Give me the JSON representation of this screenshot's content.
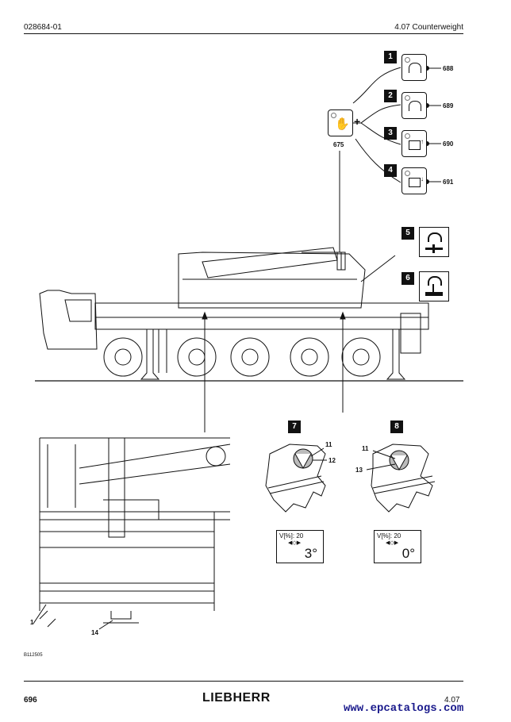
{
  "header": {
    "doc_number": "028684-01",
    "section_title": "4.07 Counterweight"
  },
  "footer": {
    "page_number": "696",
    "brand": "LIEBHERR",
    "section": "4.07",
    "watermark": "www.epcatalogs.com"
  },
  "figure_ref": "B112505",
  "keys": [
    {
      "step": "1",
      "code": "688",
      "icon": "counterweight-lift-icon"
    },
    {
      "step": "2",
      "code": "689",
      "icon": "counterweight-lower-icon"
    },
    {
      "step": "3",
      "code": "690",
      "icon": "raise-cylinder-icon"
    },
    {
      "step": "4",
      "code": "691",
      "icon": "lower-cylinder-icon"
    }
  ],
  "hand_key": {
    "code": "675",
    "icon": "hand-stop-icon",
    "plus": "+"
  },
  "steps_right": [
    {
      "step": "5",
      "icon": "slewing-lock-icon"
    },
    {
      "step": "6",
      "icon": "slewing-unlock-icon"
    }
  ],
  "detail_views": [
    {
      "step": "7",
      "labels": [
        "11",
        "12"
      ],
      "display": {
        "line1": "V[%]: 20",
        "arrows": "◀◇▶",
        "angle": "3°"
      }
    },
    {
      "step": "8",
      "labels": [
        "11",
        "13"
      ],
      "display": {
        "line1": "V[%]: 20",
        "arrows": "◀◇▶",
        "angle": "0°"
      }
    }
  ],
  "callouts": {
    "item1": "1",
    "item14": "14"
  }
}
